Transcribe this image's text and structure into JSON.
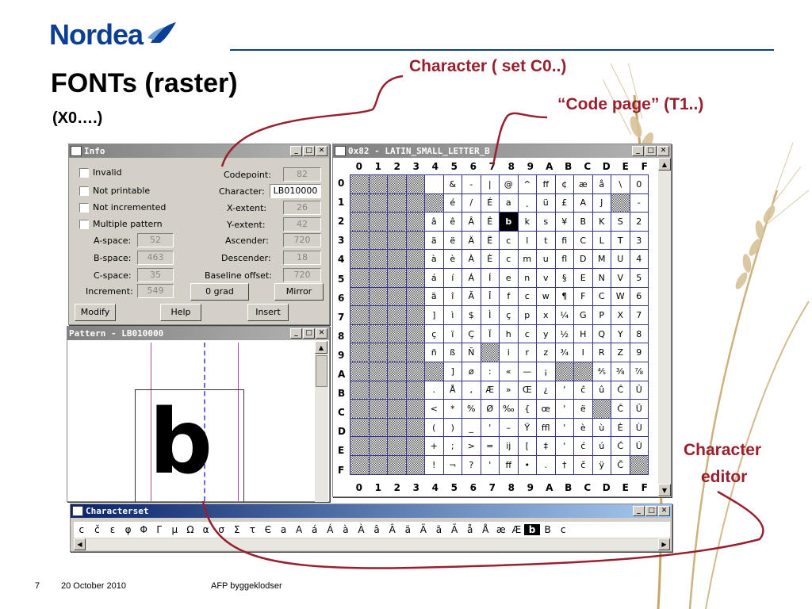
{
  "slide": {
    "brand": "Nordea",
    "title": "FONTs (raster)",
    "subtitle": "(X0….)",
    "callouts": {
      "charset": "Character ( set C0..)",
      "codepage": "“Code page” (T1..)",
      "editor_line1": "Character",
      "editor_line2": "editor"
    },
    "footer": {
      "page": "7",
      "date": "20 October 2010",
      "topic": "AFP byggeklodser"
    },
    "colors": {
      "brand_blue": "#0b3f93",
      "callout_red": "#9a1f2e",
      "active_title": "#0a246a"
    }
  },
  "info_window": {
    "title": "Info",
    "checkboxes": [
      {
        "label": "Invalid",
        "checked": false
      },
      {
        "label": "Not printable",
        "checked": false
      },
      {
        "label": "Not incremented",
        "checked": false
      },
      {
        "label": "Multiple pattern",
        "checked": false
      }
    ],
    "left_fields": [
      {
        "label": "A-space:",
        "value": "52"
      },
      {
        "label": "B-space:",
        "value": "463"
      },
      {
        "label": "C-space:",
        "value": "35"
      },
      {
        "label": "Increment:",
        "value": "549"
      }
    ],
    "right_fields": [
      {
        "label": "Codepoint:",
        "value": "82"
      },
      {
        "label": "Character:",
        "value": "LB010000"
      },
      {
        "label": "X-extent:",
        "value": "26"
      },
      {
        "label": "Y-extent:",
        "value": "42"
      },
      {
        "label": "Ascender:",
        "value": "720"
      },
      {
        "label": "Descender:",
        "value": "18"
      },
      {
        "label": "Baseline offset:",
        "value": "720"
      }
    ],
    "rotation_button": "0 grad",
    "mirror_button": "Mirror",
    "modify_button": "Modify",
    "help_button": "Help",
    "insert_button": "Insert"
  },
  "pattern_window": {
    "title": "Pattern - LB010000",
    "glyph": "b"
  },
  "codepage_window": {
    "title": "0x82 - LATIN_SMALL_LETTER_B",
    "col_headers": [
      "0",
      "1",
      "2",
      "3",
      "4",
      "5",
      "6",
      "7",
      "8",
      "9",
      "A",
      "B",
      "C",
      "D",
      "E",
      "F"
    ],
    "row_headers": [
      "0",
      "1",
      "2",
      "3",
      "4",
      "5",
      "6",
      "7",
      "8",
      "9",
      "A",
      "B",
      "C",
      "D",
      "E",
      "F"
    ],
    "cells": [
      [
        "#",
        "#",
        "#",
        "#",
        "",
        "&",
        "-",
        "|",
        "@",
        "^",
        "ff",
        "¢",
        "æ",
        "å",
        "\\",
        "0"
      ],
      [
        "#",
        "#",
        "#",
        "#",
        "#",
        "é",
        "/",
        "É",
        "a",
        "˛",
        "ü",
        "£",
        "A",
        "J",
        "#",
        "-"
      ],
      [
        "#",
        "#",
        "#",
        "#",
        "â",
        "ê",
        "Â",
        "Ê",
        "b",
        "k",
        "s",
        "¥",
        "B",
        "K",
        "S",
        "2"
      ],
      [
        "#",
        "#",
        "#",
        "#",
        "ä",
        "ë",
        "Ä",
        "Ë",
        "c",
        "l",
        "t",
        "fi",
        "C",
        "L",
        "T",
        "3"
      ],
      [
        "#",
        "#",
        "#",
        "#",
        "à",
        "è",
        "À",
        "È",
        "c",
        "m",
        "u",
        "fl",
        "D",
        "M",
        "U",
        "4"
      ],
      [
        "#",
        "#",
        "#",
        "#",
        "á",
        "í",
        "Á",
        "Í",
        "e",
        "n",
        "v",
        "§",
        "E",
        "N",
        "V",
        "5"
      ],
      [
        "#",
        "#",
        "#",
        "#",
        "ã",
        "î",
        "Ã",
        "Î",
        "f",
        "c",
        "w",
        "¶",
        "F",
        "C",
        "W",
        "6"
      ],
      [
        "#",
        "#",
        "#",
        "#",
        "]",
        "ì",
        "$",
        "Ì",
        "ç",
        "p",
        "x",
        "¼",
        "G",
        "P",
        "X",
        "7"
      ],
      [
        "#",
        "#",
        "#",
        "#",
        "ç",
        "ï",
        "Ç",
        "Ï",
        "h",
        "c",
        "y",
        "½",
        "H",
        "Q",
        "Y",
        "8"
      ],
      [
        "#",
        "#",
        "#",
        "#",
        "ñ",
        "ß",
        "Ñ",
        "#",
        "i",
        "r",
        "z",
        "¾",
        "I",
        "R",
        "Z",
        "9"
      ],
      [
        "#",
        "#",
        "#",
        "#",
        "#",
        "]",
        "ø",
        ":",
        "«",
        "—",
        "¡",
        "#",
        "#",
        "⅘",
        "⅜",
        "⅞"
      ],
      [
        "#",
        "#",
        "#",
        "#",
        ".",
        "Å",
        ",",
        "Æ",
        "»",
        "Œ",
        "¿",
        "'",
        "ĉ",
        "û",
        "Ĉ",
        "Û"
      ],
      [
        "#",
        "#",
        "#",
        "#",
        "<",
        "*",
        "%",
        "Ø",
        "‰",
        "{",
        "œ",
        "'",
        "ë",
        "#",
        "Č",
        "Ü"
      ],
      [
        "#",
        "#",
        "#",
        "#",
        "(",
        ")",
        "_",
        "'",
        "–",
        "Ÿ",
        "ffl",
        "'",
        "è",
        "ù",
        "È",
        "Ù"
      ],
      [
        "#",
        "#",
        "#",
        "#",
        "+",
        ";",
        ">",
        "=",
        "ij",
        "[",
        "‡",
        "'",
        "ć",
        "ú",
        "Ć",
        "Ú"
      ],
      [
        "#",
        "#",
        "#",
        "#",
        "!",
        "¬",
        "?",
        "'",
        "ff",
        "•",
        ".",
        "†",
        "č",
        "ÿ",
        "Č",
        "#"
      ]
    ],
    "selected": "b"
  },
  "charset_window": {
    "title": "Characterset",
    "chars": [
      "c",
      "č",
      "ε",
      "φ",
      "Φ",
      "Γ",
      "μ",
      "Ω",
      "α",
      "σ",
      "Σ",
      "τ",
      "Є",
      "a",
      "A",
      "á",
      "Á",
      "à",
      "À",
      "â",
      "Â",
      "ä",
      "Ä",
      "ã",
      "Ã",
      "å",
      "Å",
      "æ",
      "Æ",
      "b",
      "B",
      "c"
    ],
    "selected": "b"
  }
}
